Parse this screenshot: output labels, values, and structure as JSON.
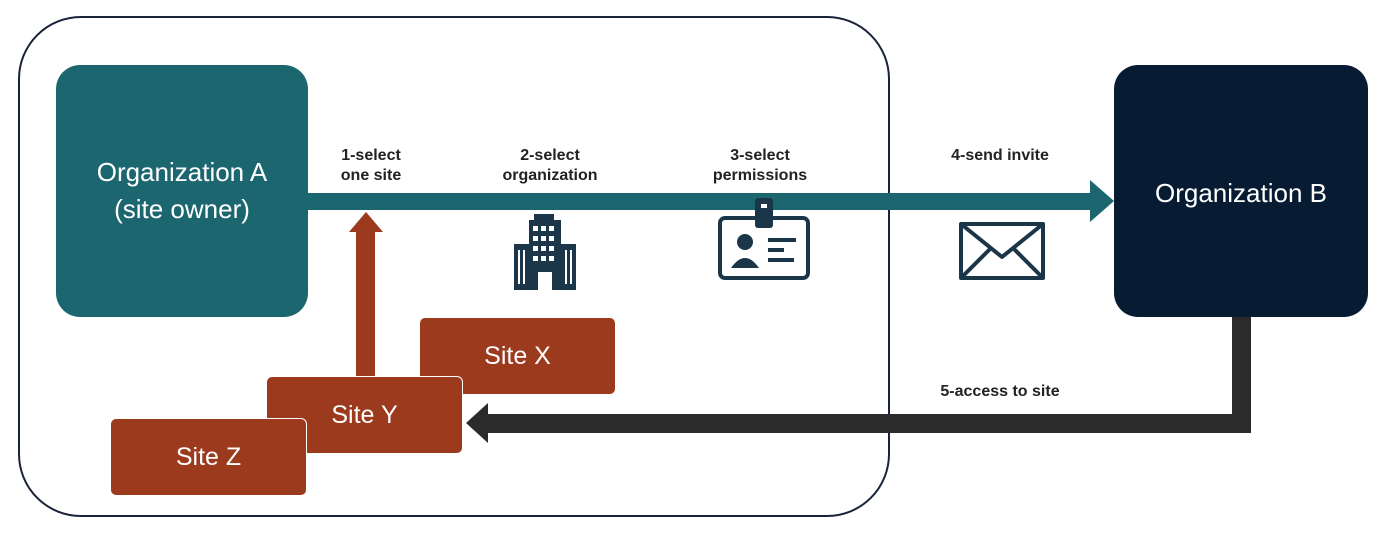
{
  "diagram": {
    "org_a": {
      "label": "Organization A\n(site owner)"
    },
    "org_b": {
      "label": "Organization B"
    },
    "sites": {
      "x": "Site X",
      "y": "Site Y",
      "z": "Site Z"
    },
    "steps": {
      "step1": "1-select\none site",
      "step2": "2-select\norganization",
      "step3": "3-select\npermissions",
      "step4": "4-send invite",
      "step5": "5-access to site"
    },
    "icons": {
      "step2": "office-building-icon",
      "step3": "id-badge-icon",
      "step4": "envelope-icon"
    },
    "colors": {
      "teal": "#1c6670",
      "navy": "#071c33",
      "rust": "#9c3a1e",
      "dark_arrow": "#2b2b2b"
    }
  }
}
